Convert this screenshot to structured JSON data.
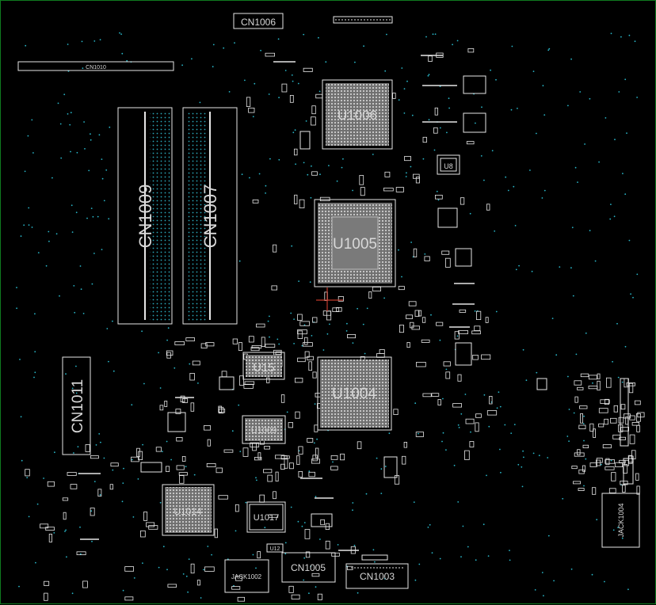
{
  "board": {
    "border_color": "#0f7a1f",
    "trace_color": "#e6e6e6",
    "via_color": "#29b6c8",
    "ref_color": "#c8c8c8"
  },
  "components": {
    "cn1006": "CN1006",
    "cn1010": "CN1010",
    "u1006": "U1006",
    "u8": "U8",
    "cn1009": "CN1009",
    "cn1007": "CN1007",
    "u1005": "U1005",
    "u15": "U15",
    "u1004": "U1004",
    "cn1011": "CN1011",
    "u1009": "U1009",
    "u1014": "U1014",
    "u1017": "U1017",
    "u12": "U12",
    "cn1005": "CN1005",
    "cn1003": "CN1003",
    "jack1002": "JACK1002",
    "jack1004": "JACK1004"
  }
}
